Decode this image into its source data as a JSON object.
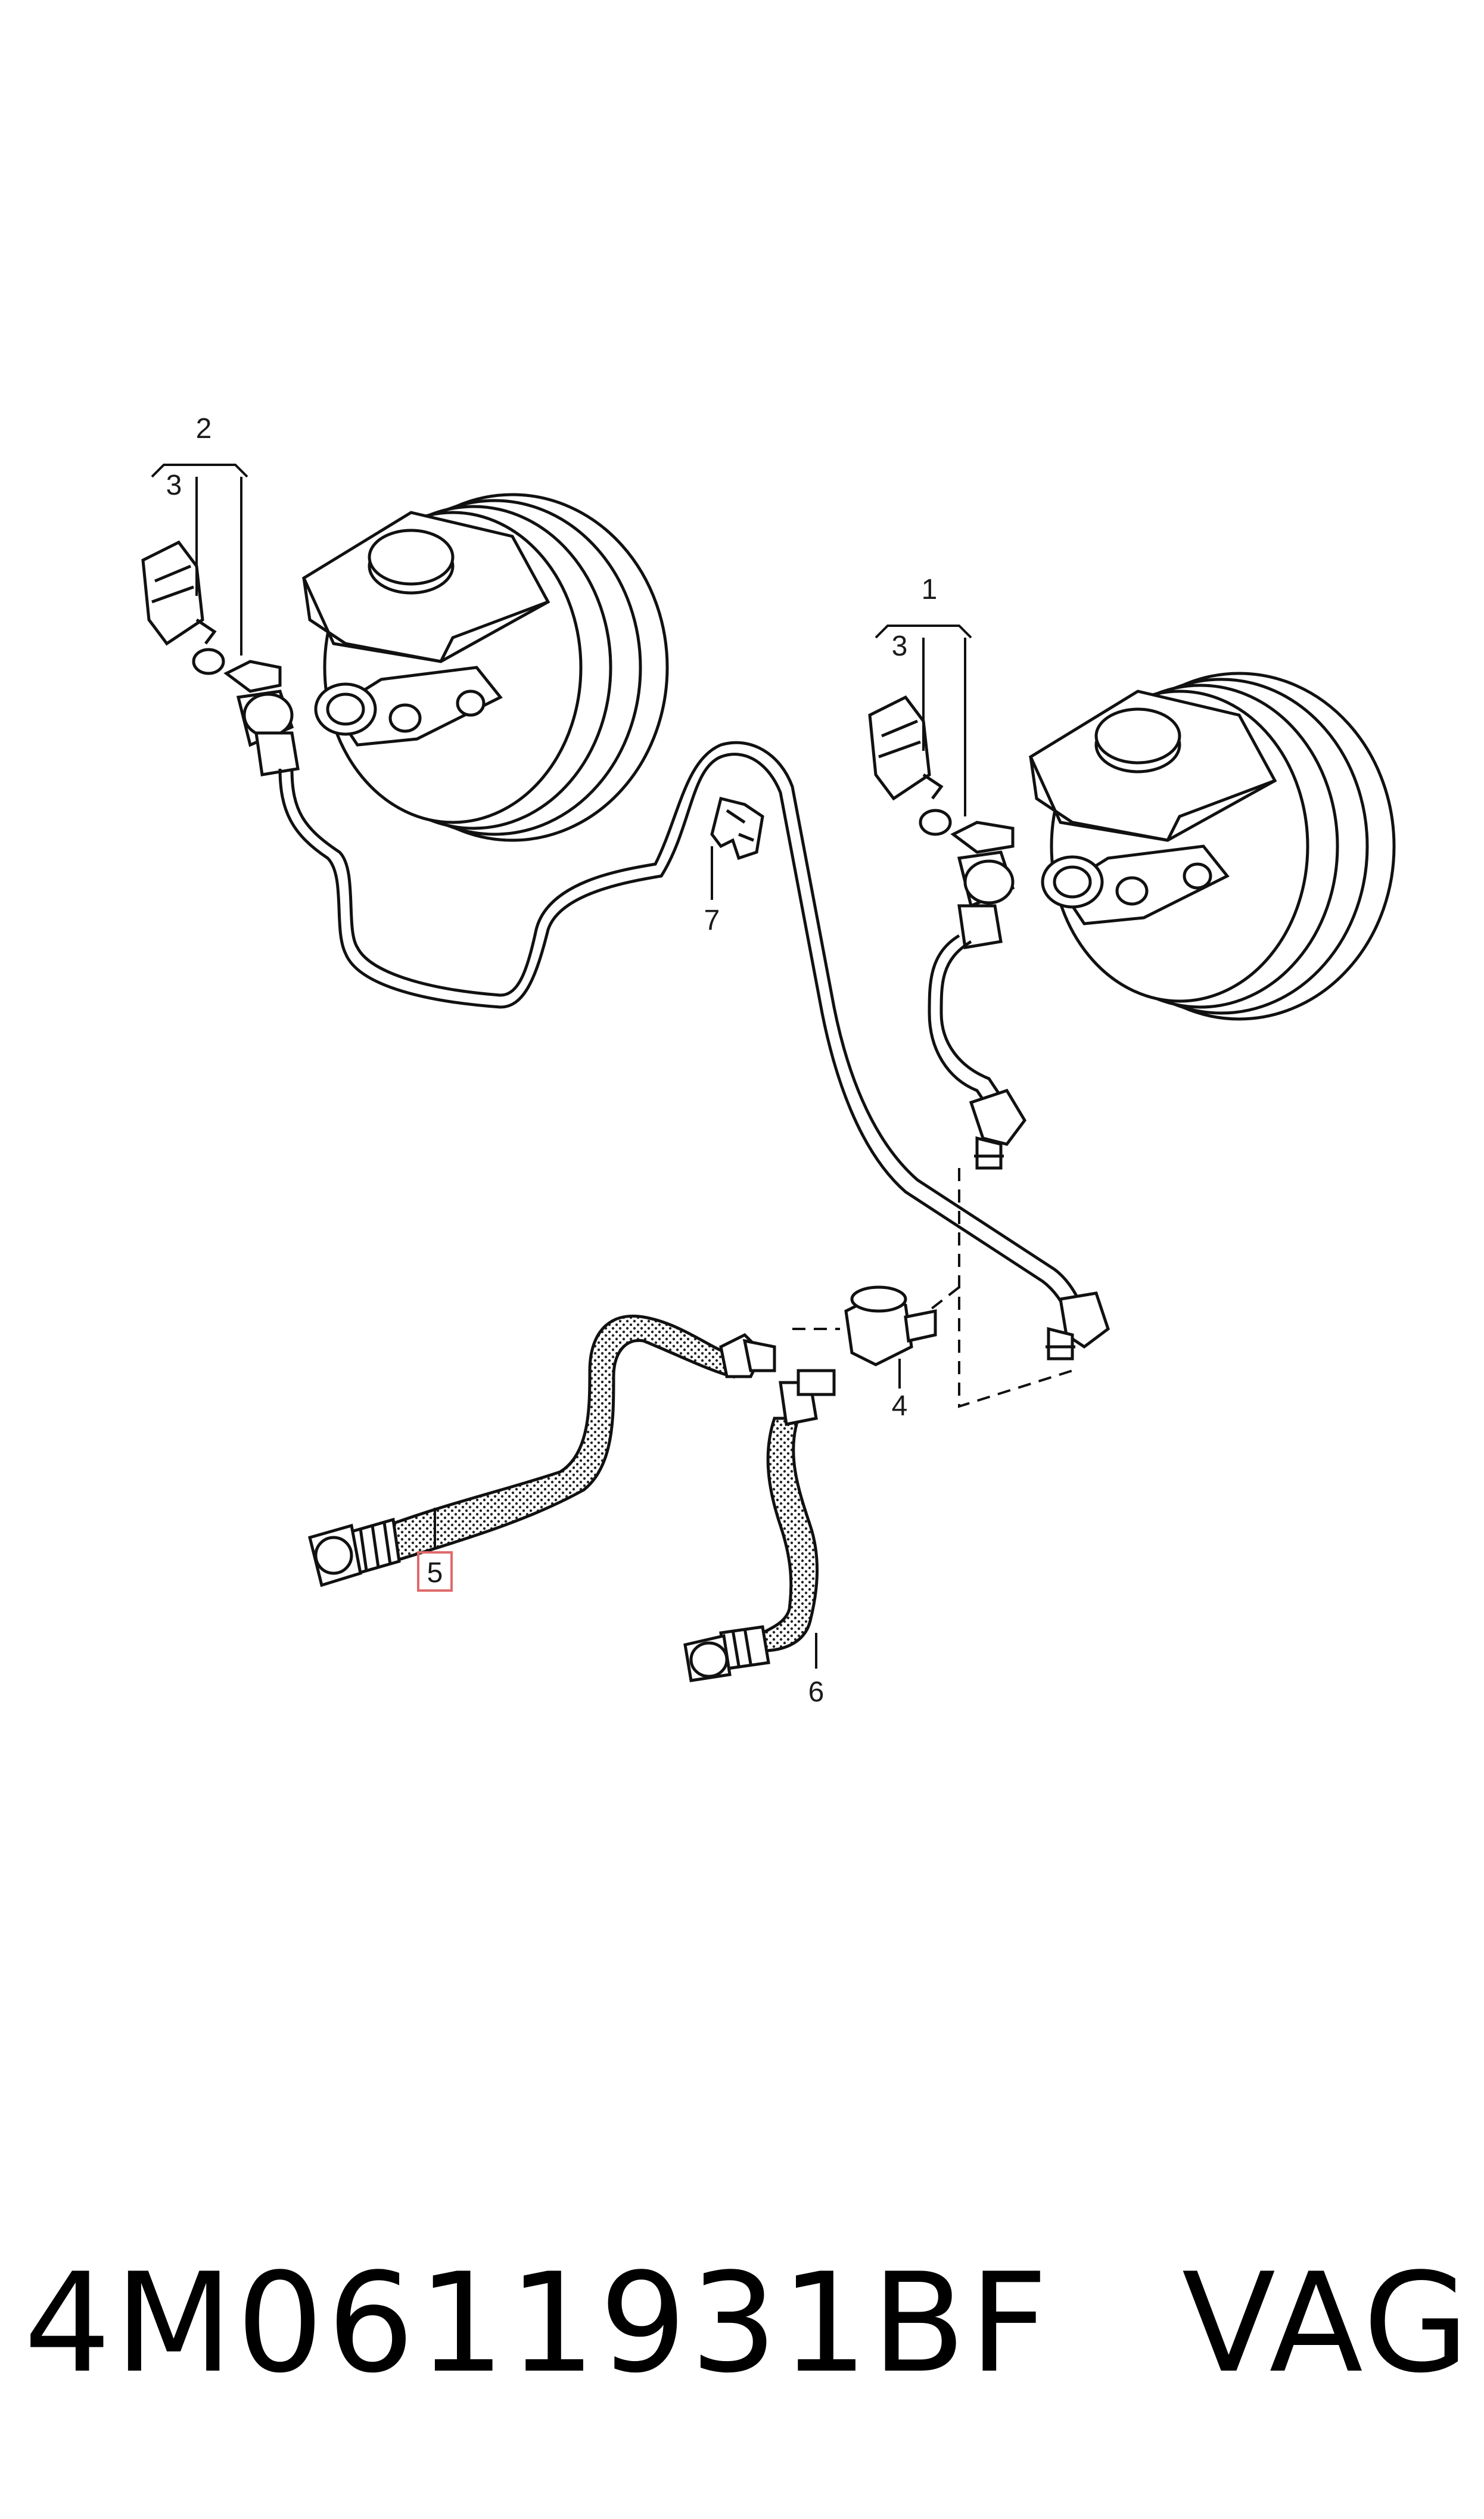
{
  "callouts": {
    "c1": "1",
    "c2": "2",
    "c3_left": "3",
    "c3_right": "3",
    "c4": "4",
    "c5": "5",
    "c6": "6",
    "c7": "7"
  },
  "highlight_color": "#e06a6a",
  "footer": {
    "part_number": "4M0611931BF",
    "brand": "VAG"
  }
}
